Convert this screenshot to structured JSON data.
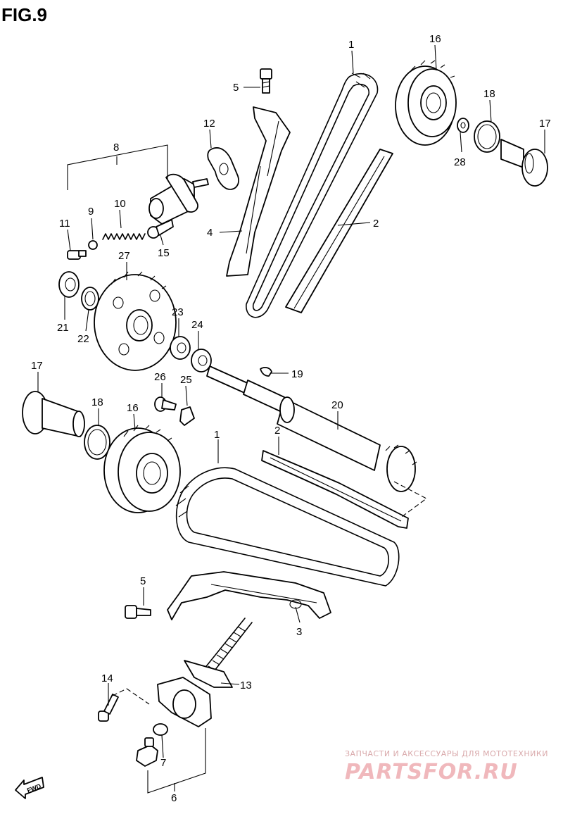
{
  "figure": {
    "title": "FIG.9"
  },
  "callouts": [
    {
      "id": "c1a",
      "label": "1"
    },
    {
      "id": "c16a",
      "label": "16"
    },
    {
      "id": "c5a",
      "label": "5"
    },
    {
      "id": "c18a",
      "label": "18"
    },
    {
      "id": "c17a",
      "label": "17"
    },
    {
      "id": "c12",
      "label": "12"
    },
    {
      "id": "c8",
      "label": "8"
    },
    {
      "id": "c28",
      "label": "28"
    },
    {
      "id": "c2a",
      "label": "2"
    },
    {
      "id": "c4",
      "label": "4"
    },
    {
      "id": "c11",
      "label": "11"
    },
    {
      "id": "c9",
      "label": "9"
    },
    {
      "id": "c10",
      "label": "10"
    },
    {
      "id": "c15",
      "label": "15"
    },
    {
      "id": "c27",
      "label": "27"
    },
    {
      "id": "c21",
      "label": "21"
    },
    {
      "id": "c22",
      "label": "22"
    },
    {
      "id": "c23",
      "label": "23"
    },
    {
      "id": "c24",
      "label": "24"
    },
    {
      "id": "c17b",
      "label": "17"
    },
    {
      "id": "c19",
      "label": "19"
    },
    {
      "id": "c26",
      "label": "26"
    },
    {
      "id": "c25",
      "label": "25"
    },
    {
      "id": "c18b",
      "label": "18"
    },
    {
      "id": "c16b",
      "label": "16"
    },
    {
      "id": "c20",
      "label": "20"
    },
    {
      "id": "c1b",
      "label": "1"
    },
    {
      "id": "c2b",
      "label": "2"
    },
    {
      "id": "c5b",
      "label": "5"
    },
    {
      "id": "c3",
      "label": "3"
    },
    {
      "id": "c14",
      "label": "14"
    },
    {
      "id": "c13",
      "label": "13"
    },
    {
      "id": "c7",
      "label": "7"
    },
    {
      "id": "c6",
      "label": "6"
    }
  ],
  "direction_marker": {
    "label": "FWD"
  },
  "watermark": {
    "tagline": "ЗАПЧАСТИ И АКСЕССУАРЫ ДЛЯ МОТОТЕХНИКИ",
    "brand": "PARTSFOR.RU"
  },
  "colors": {
    "ink": "#000000",
    "background": "#ffffff",
    "watermark": "#f0b8bc"
  }
}
